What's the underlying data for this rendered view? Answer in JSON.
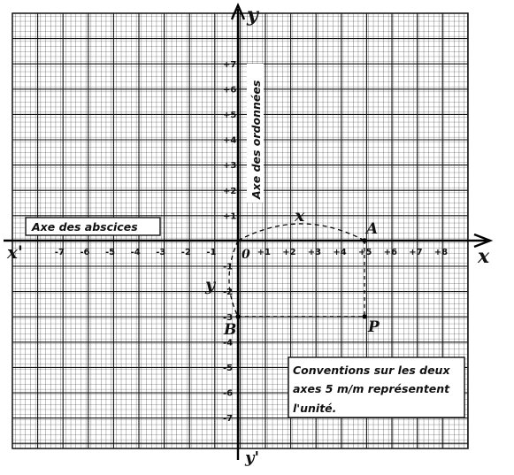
{
  "axes": {
    "x_name": "x",
    "x_prime_name": "x'",
    "y_name": "y",
    "y_prime_name": "y'",
    "x_axis_label": "Axe des abscices",
    "y_axis_label": "Axe des ordonnées",
    "origin_label": "0"
  },
  "x_ticks": [
    {
      "value": -7,
      "label": "-7"
    },
    {
      "value": -6,
      "label": "-6"
    },
    {
      "value": -5,
      "label": "-5"
    },
    {
      "value": -4,
      "label": "-4"
    },
    {
      "value": -3,
      "label": "-3"
    },
    {
      "value": -2,
      "label": "-2"
    },
    {
      "value": -1,
      "label": "-1"
    },
    {
      "value": 1,
      "label": "+1"
    },
    {
      "value": 2,
      "label": "+2"
    },
    {
      "value": 3,
      "label": "+3"
    },
    {
      "value": 4,
      "label": "+4"
    },
    {
      "value": 5,
      "label": "+5"
    },
    {
      "value": 6,
      "label": "+6"
    },
    {
      "value": 7,
      "label": "+7"
    },
    {
      "value": 8,
      "label": "+8"
    }
  ],
  "y_ticks": [
    {
      "value": 7,
      "label": "+7"
    },
    {
      "value": 6,
      "label": "+6"
    },
    {
      "value": 5,
      "label": "+5"
    },
    {
      "value": 4,
      "label": "+4"
    },
    {
      "value": 3,
      "label": "+3"
    },
    {
      "value": 2,
      "label": "+2"
    },
    {
      "value": 1,
      "label": "+1"
    },
    {
      "value": -1,
      "label": "-1"
    },
    {
      "value": -2,
      "label": "-2"
    },
    {
      "value": -3,
      "label": "-3"
    },
    {
      "value": -4,
      "label": "-4"
    },
    {
      "value": -5,
      "label": "-5"
    },
    {
      "value": -6,
      "label": "-6"
    },
    {
      "value": -7,
      "label": "-7"
    }
  ],
  "points": [
    {
      "name": "A",
      "x": 5,
      "y": 0
    },
    {
      "name": "B",
      "x": 0,
      "y": -3
    },
    {
      "name": "P",
      "x": 5,
      "y": -3
    }
  ],
  "arc_labels": {
    "x_arc": "x",
    "y_arc": "y"
  },
  "note": {
    "line1": "Conventions sur les deux",
    "line2": "axes 5 m/m représentent",
    "line3": "l'unité."
  }
}
